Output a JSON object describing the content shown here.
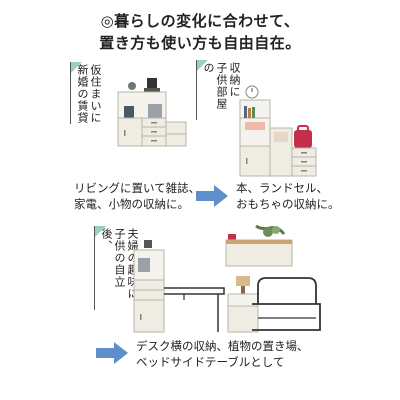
{
  "headline": {
    "line1": "◎暮らしの変化に合わせて、",
    "line2": "置き方も使い方も自由自在。"
  },
  "panels": [
    {
      "tag_lines": [
        "仮住まいに",
        "新婚の賃貸"
      ],
      "caption_lines": [
        "リビングに置いて雑誌、",
        "家電、小物の収納に。"
      ]
    },
    {
      "tag_lines": [
        "収納に",
        "子供部屋の"
      ],
      "caption_lines": [
        "本、ランドセル、",
        "おもちゃの収納に。"
      ]
    },
    {
      "tag_lines": [
        "夫婦の趣味に",
        "子供の自立後、"
      ],
      "caption_lines": [
        "デスク横の収納、植物の置き場、",
        "ベッドサイドテーブルとして"
      ]
    }
  ],
  "colors": {
    "accent_tag": "#9bcfc6",
    "arrow": "#5f8fcb",
    "furniture": "#efece4",
    "furniture_edge": "#b9b4a6",
    "wood": "#c9a477",
    "red_bag": "#c4304a"
  },
  "icons": [
    "arrow-right-icon",
    "tag-corner-icon"
  ]
}
